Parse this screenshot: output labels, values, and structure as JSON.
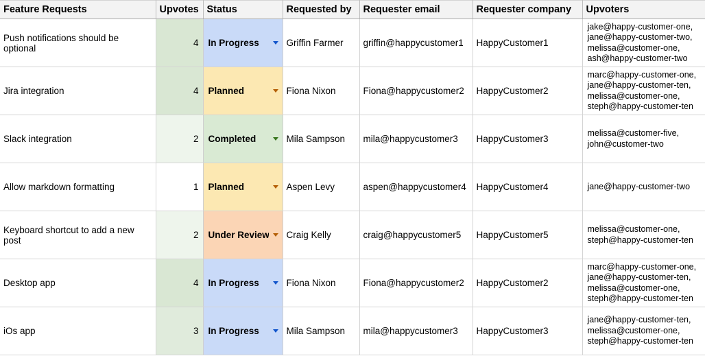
{
  "table": {
    "columns": [
      {
        "key": "feature",
        "label": "Feature Requests"
      },
      {
        "key": "upvotes",
        "label": "Upvotes"
      },
      {
        "key": "status",
        "label": "Status"
      },
      {
        "key": "requestedby",
        "label": "Requested by"
      },
      {
        "key": "email",
        "label": "Requester email"
      },
      {
        "key": "company",
        "label": "Requester company"
      },
      {
        "key": "upvoters",
        "label": "Upvoters"
      }
    ],
    "status_colors": {
      "In Progress": {
        "bg": "#c9daf8",
        "fg": "#000000",
        "caret": "#1155cc"
      },
      "Planned": {
        "bg": "#fce8b2",
        "fg": "#000000",
        "caret": "#b45f06"
      },
      "Completed": {
        "bg": "#d9ead3",
        "fg": "#000000",
        "caret": "#38761d"
      },
      "Under Review": {
        "bg": "#fbd5b5",
        "fg": "#000000",
        "caret": "#b45f06"
      }
    },
    "upvote_scale": {
      "1": "#ffffff",
      "2": "#eef5ec",
      "3": "#e0ebdc",
      "4": "#d9e7d3"
    },
    "rows": [
      {
        "feature": "Push notifications should be optional",
        "upvotes": "4",
        "status": "In Progress",
        "requestedby": "Griffin Farmer",
        "email": "griffin@happycustomer1",
        "company": "HappyCustomer1",
        "upvoters": "jake@happy-customer-one,\njane@happy-customer-two,\nmelissa@customer-one,\nash@happy-customer-two"
      },
      {
        "feature": "Jira integration",
        "upvotes": "4",
        "status": "Planned",
        "requestedby": "Fiona Nixon",
        "email": "Fiona@happycustomer2",
        "company": "HappyCustomer2",
        "upvoters": "marc@happy-customer-one,\njane@happy-customer-ten,\nmelissa@customer-one,\nsteph@happy-customer-ten"
      },
      {
        "feature": "Slack integration",
        "upvotes": "2",
        "status": "Completed",
        "requestedby": "Mila Sampson",
        "email": "mila@happycustomer3",
        "company": "HappyCustomer3",
        "upvoters": "melissa@customer-five,\njohn@customer-two"
      },
      {
        "feature": "Allow markdown formatting",
        "upvotes": "1",
        "status": "Planned",
        "requestedby": "Aspen Levy",
        "email": "aspen@happycustomer4",
        "company": "HappyCustomer4",
        "upvoters": "jane@happy-customer-two"
      },
      {
        "feature": "Keyboard shortcut to add a new post",
        "upvotes": "2",
        "status": "Under Review",
        "requestedby": "Craig Kelly",
        "email": "craig@happycustomer5",
        "company": "HappyCustomer5",
        "upvoters": "melissa@customer-one,\nsteph@happy-customer-ten"
      },
      {
        "feature": "Desktop app",
        "upvotes": "4",
        "status": "In Progress",
        "requestedby": "Fiona Nixon",
        "email": "Fiona@happycustomer2",
        "company": "HappyCustomer2",
        "upvoters": "marc@happy-customer-one,\njane@happy-customer-ten,\nmelissa@customer-one,\nsteph@happy-customer-ten"
      },
      {
        "feature": "iOs app",
        "upvotes": "3",
        "status": "In Progress",
        "requestedby": "Mila Sampson",
        "email": "mila@happycustomer3",
        "company": "HappyCustomer3",
        "upvoters": "jane@happy-customer-ten,\nmelissa@customer-one,\nsteph@happy-customer-ten"
      }
    ]
  }
}
